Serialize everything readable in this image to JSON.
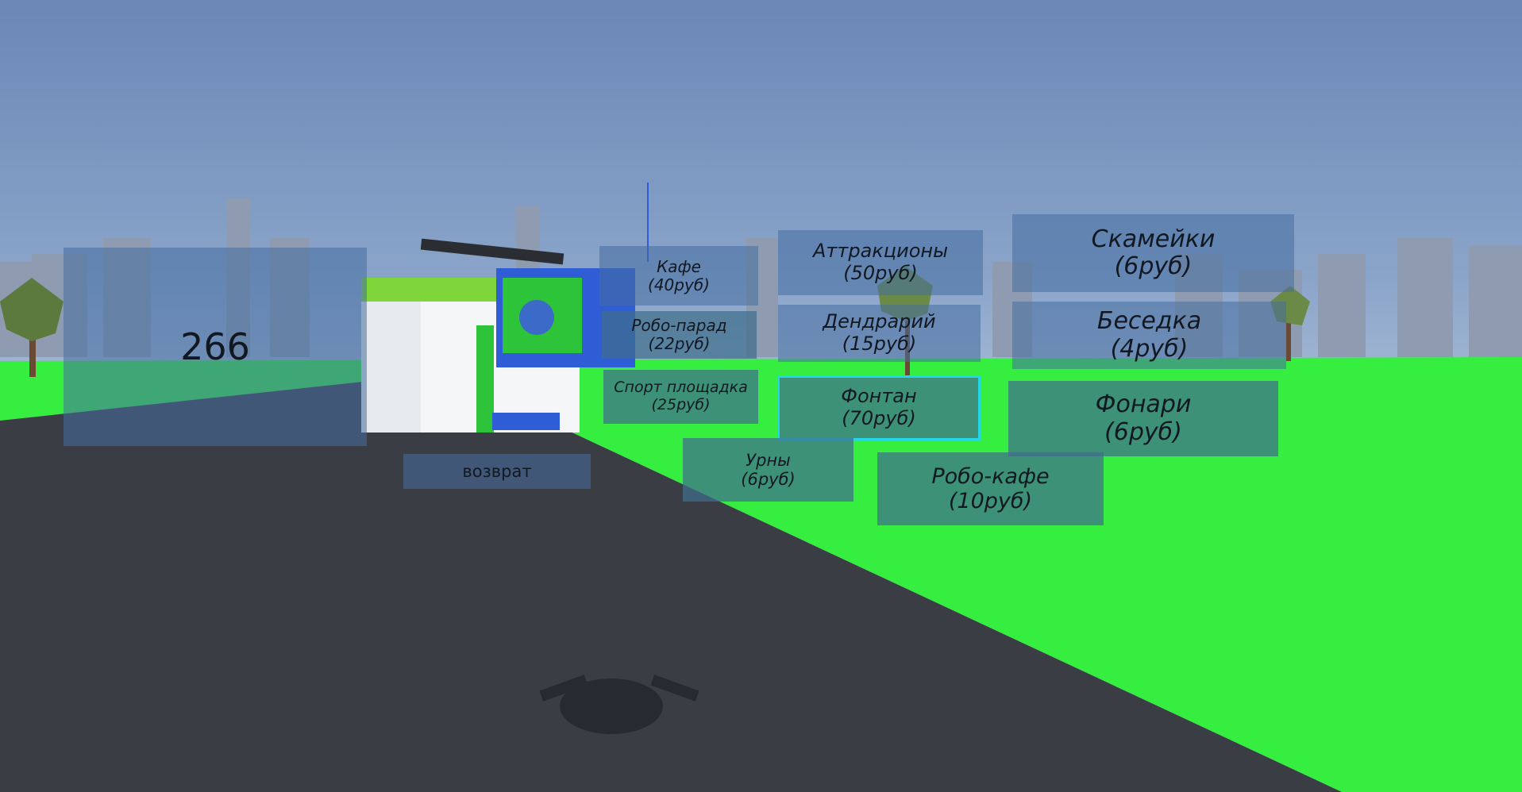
{
  "score": {
    "value": "266"
  },
  "back_button": {
    "label": "возврат"
  },
  "menu": {
    "items": [
      {
        "id": "cafe",
        "name": "Кафе",
        "price": "(40руб)"
      },
      {
        "id": "robo-parade",
        "name": "Робо-парад",
        "price": "(22руб)"
      },
      {
        "id": "sports-ground",
        "name": "Спорт площадка",
        "price": "(25руб)"
      },
      {
        "id": "attractions",
        "name": "Аттракционы",
        "price": "(50руб)"
      },
      {
        "id": "dendrarium",
        "name": "Дендрарий",
        "price": "(15руб)"
      },
      {
        "id": "fountain",
        "name": "Фонтан",
        "price": "(70руб)",
        "selected": true
      },
      {
        "id": "benches",
        "name": "Скамейки",
        "price": "(6руб)"
      },
      {
        "id": "gazebo",
        "name": "Беседка",
        "price": "(4руб)"
      },
      {
        "id": "lanterns",
        "name": "Фонари",
        "price": "(6руб)"
      },
      {
        "id": "trash-bins",
        "name": "Урны",
        "price": "(6руб)"
      },
      {
        "id": "robo-cafe",
        "name": "Робо-кафе",
        "price": "(10руб)"
      }
    ]
  },
  "colors": {
    "grass": "#36ee40",
    "road": "#3b3d45",
    "panel": "#4a6f95",
    "selection": "#22d8e8",
    "sky_top": "#6a87b6"
  }
}
